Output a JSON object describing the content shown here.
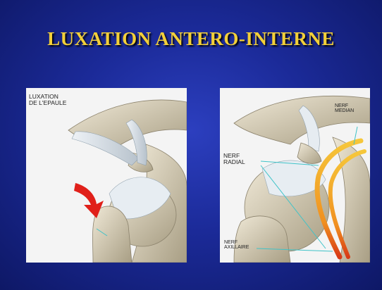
{
  "slide": {
    "title": "LUXATION ANTERO-INTERNE"
  },
  "left_panel": {
    "label": "LUXATION\nDE L'EPAULE"
  },
  "right_panel": {
    "label_median": "NERF\nMEDIAN",
    "label_radial": "NERF\nRADIAL",
    "label_axillaire": "NERF\nAXILLAIRE"
  },
  "colors": {
    "title": "#f2cf3a",
    "background": "#1b2a98",
    "arrow": "#e0201a",
    "nerve": "#f0b020",
    "pointer_line": "#3fc3c8"
  }
}
